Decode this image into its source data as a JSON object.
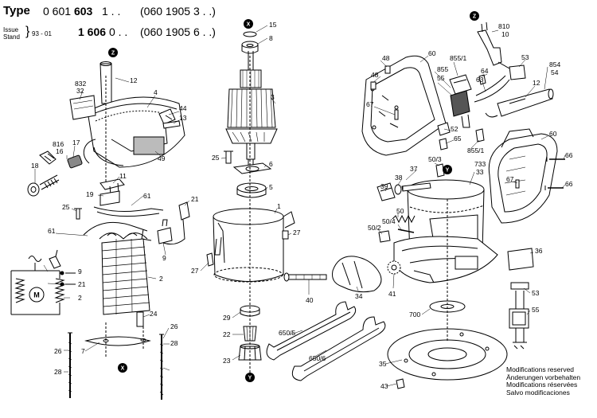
{
  "header": {
    "type_label": "Type",
    "type_prefix_1": "0 601",
    "type_bold_1": "603",
    "type_suffix_1": "1 . .",
    "type_alt_1": "(060 1905 3 . .)",
    "issue_label": "Issue",
    "stand_label": "Stand",
    "issue_date": "93 - 01",
    "type_bold_2": "1 606",
    "type_suffix_2": "0 . .",
    "type_alt_2": "(060 1905 6 . .)"
  },
  "footer": {
    "lines": [
      "Modifications reserved",
      "Änderungen vorbehalten",
      "Modifications réservées",
      "Salvo modificaciones"
    ]
  },
  "markers": [
    "Z",
    "X",
    "Y"
  ],
  "symbols": {
    "motor": "M"
  },
  "part_labels": {
    "p832": "832",
    "p32": "32",
    "p12a": "12",
    "p4": "4",
    "p44": "44",
    "p13": "13",
    "p816": "816",
    "p16": "16",
    "p17": "17",
    "p49": "49",
    "p18": "18",
    "p11": "11",
    "p19": "19",
    "p61a": "61",
    "p21a": "21",
    "p25a": "25",
    "p61b": "61",
    "p9a": "9",
    "p9b": "9",
    "p21b": "21",
    "p2a": "2",
    "p2b": "2",
    "p24": "24",
    "p26a": "26",
    "p26b": "26",
    "p7": "7",
    "p28a": "28",
    "p28b": "28",
    "p15": "15",
    "p8": "8",
    "p3": "3",
    "p25b": "25",
    "p6": "6",
    "p5": "5",
    "p1": "1",
    "p27a": "27",
    "p27b": "27",
    "p29": "29",
    "p22": "22",
    "p23": "23",
    "p48a": "48",
    "p48b": "48",
    "p60a": "60",
    "p67a": "67",
    "p855_1a": "855/1",
    "p855": "855",
    "p55a": "55",
    "p64": "64",
    "p63": "63",
    "p810": "810",
    "p10": "10",
    "p53a": "53",
    "p854": "854",
    "p54": "54",
    "p12b": "12",
    "p52": "52",
    "p65": "65",
    "p855_1b": "855/1",
    "p60b": "60",
    "p66a": "66",
    "p66b": "66",
    "p67b": "67",
    "p37": "37",
    "p38": "38",
    "p39": "39",
    "p50_3": "50/3",
    "p733": "733",
    "p33": "33",
    "p50": "50",
    "p50_4": "50/4",
    "p50_2": "50/2",
    "p36": "36",
    "p40": "40",
    "p34": "34",
    "p41": "41",
    "p53b": "53",
    "p55b": "55",
    "p700": "700",
    "p650_5": "650/5",
    "p650_6": "650/6",
    "p35": "35",
    "p43": "43"
  }
}
